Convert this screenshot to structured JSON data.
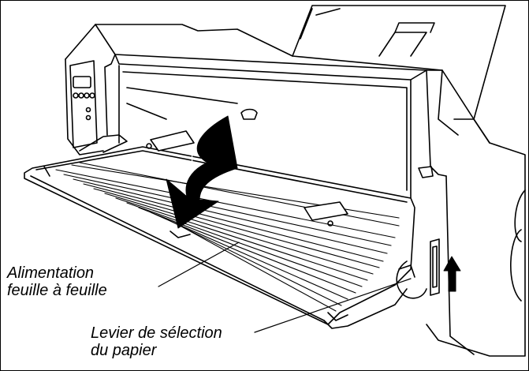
{
  "labels": {
    "sheet_feeder": [
      "Alimentation",
      "feuille à feuille"
    ],
    "paper_lever": [
      "Levier de sélection",
      "du papier"
    ]
  },
  "colors": {
    "line": "#000000",
    "arrow_fill": "#000000",
    "background": "#ffffff"
  },
  "icons": {
    "main_arrow": "curved-down-arrow-icon",
    "lever_arrow": "up-arrow-icon"
  }
}
